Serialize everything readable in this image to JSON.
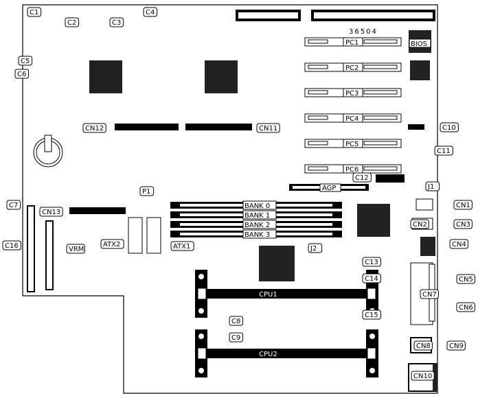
{
  "board_code": "36504",
  "bios_label": "BIOS",
  "agp_label": "AGP",
  "pci_slots": [
    "PC1",
    "PC2",
    "PC3",
    "PC4",
    "PC5",
    "PC6"
  ],
  "memory_banks": [
    "BANK 0",
    "BANK 1",
    "BANK 2",
    "BANK 3"
  ],
  "cpu_slots": [
    "CPU1",
    "CPU2"
  ],
  "connectors": {
    "c1": "C1",
    "c2": "C2",
    "c3": "C3",
    "c4": "C4",
    "c5": "C5",
    "c6": "C6",
    "c7": "C7",
    "c8": "C8",
    "c9": "C9",
    "c10": "C10",
    "c11": "C11",
    "c12": "C12",
    "c13": "C13",
    "c14": "C14",
    "c15": "C15",
    "c16": "C16",
    "cn1": "CN1",
    "cn2": "CN2",
    "cn3": "CN3",
    "cn4": "CN4",
    "cn5": "CN5",
    "cn6": "CN6",
    "cn7": "CN7",
    "cn8": "CN8",
    "cn9": "CN9",
    "cn10": "CN10",
    "cn11": "CN11",
    "cn12": "CN12",
    "cn13": "CN13",
    "atx1": "ATX1",
    "atx2": "ATX2",
    "p1": "P1",
    "j1": "J1",
    "j2": "J2",
    "vrm": "VRM"
  }
}
